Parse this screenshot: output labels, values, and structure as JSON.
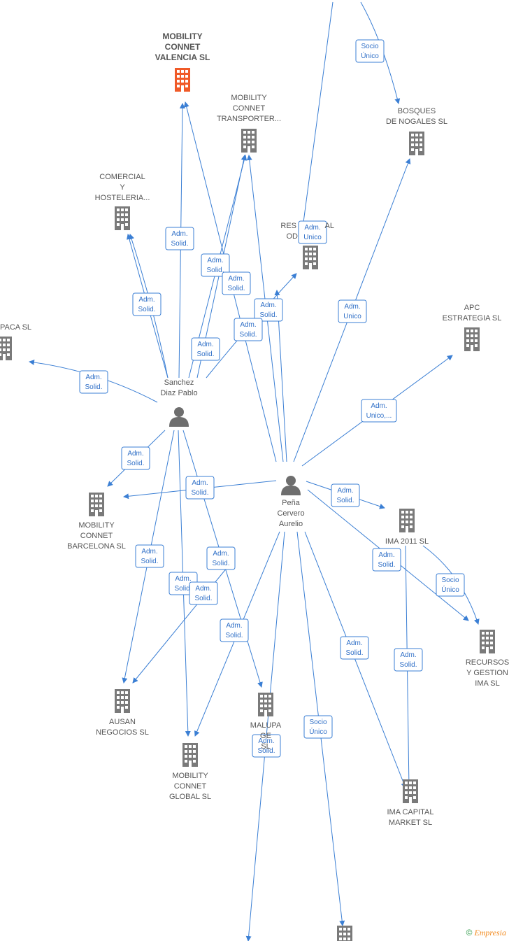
{
  "nodes": [
    {
      "id": "mcv",
      "label": [
        "MOBILITY",
        "CONNET",
        "VALENCIA  SL"
      ],
      "kind": "company",
      "highlight": true
    },
    {
      "id": "mct",
      "label": [
        "MOBILITY",
        "CONNET",
        "TRANSPORTER..."
      ],
      "kind": "company"
    },
    {
      "id": "bdn",
      "label": [
        "BOSQUES",
        "DE NOGALES SL"
      ],
      "kind": "company"
    },
    {
      "id": "com",
      "label": [
        "COMERCIAL",
        "Y",
        "HOSTELERIA..."
      ],
      "kind": "company"
    },
    {
      "id": "res",
      "label": [
        "RES",
        "AL",
        "OD"
      ],
      "kind": "company"
    },
    {
      "id": "apc",
      "label": [
        "APC",
        "ESTRATEGIA  SL"
      ],
      "kind": "company"
    },
    {
      "id": "paca",
      "label": [
        "PACA  SL"
      ],
      "kind": "company"
    },
    {
      "id": "sdp",
      "label": [
        "Sanchez",
        "Diaz Pablo"
      ],
      "kind": "person"
    },
    {
      "id": "pca",
      "label": [
        "Peña",
        "Cervero",
        "Aurelio"
      ],
      "kind": "person"
    },
    {
      "id": "mcb",
      "label": [
        "MOBILITY",
        "CONNET",
        "BARCELONA  SL"
      ],
      "kind": "company"
    },
    {
      "id": "ima",
      "label": [
        "IMA 2011 SL"
      ],
      "kind": "company"
    },
    {
      "id": "rgi",
      "label": [
        "RECURSOS",
        "Y GESTION",
        "IMA SL"
      ],
      "kind": "company"
    },
    {
      "id": "aus",
      "label": [
        "AUSAN",
        "NEGOCIOS  SL"
      ],
      "kind": "company"
    },
    {
      "id": "mal",
      "label": [
        "MALUPA",
        "GE",
        "SL"
      ],
      "kind": "company"
    },
    {
      "id": "mcg",
      "label": [
        "MOBILITY",
        "CONNET",
        "GLOBAL  SL"
      ],
      "kind": "company"
    },
    {
      "id": "imc",
      "label": [
        "IMA CAPITAL",
        "MARKET  SL"
      ],
      "kind": "company"
    },
    {
      "id": "bot",
      "label": [],
      "kind": "company"
    }
  ],
  "edge_labels": [
    {
      "id": "e1",
      "text": [
        "Socio",
        "Único"
      ]
    },
    {
      "id": "e2",
      "text": [
        "Adm.",
        "Unico"
      ]
    },
    {
      "id": "e3",
      "text": [
        "Adm.",
        "Solid."
      ]
    },
    {
      "id": "e4",
      "text": [
        "Adm.",
        "Solid."
      ]
    },
    {
      "id": "e5",
      "text": [
        "Adm.",
        "Solid."
      ]
    },
    {
      "id": "e6",
      "text": [
        "Adm.",
        "Solid."
      ]
    },
    {
      "id": "e7",
      "text": [
        "Adm.",
        "Solid."
      ]
    },
    {
      "id": "e8",
      "text": [
        "Adm.",
        "Solid."
      ]
    },
    {
      "id": "e9",
      "text": [
        "Adm.",
        "Unico"
      ]
    },
    {
      "id": "e10",
      "text": [
        "Adm.",
        "Solid."
      ]
    },
    {
      "id": "e11",
      "text": [
        "Adm.",
        "Solid."
      ]
    },
    {
      "id": "e12",
      "text": [
        "Adm.",
        "Unico,..."
      ]
    },
    {
      "id": "e13",
      "text": [
        "Adm.",
        "Solid."
      ]
    },
    {
      "id": "e14",
      "text": [
        "Adm.",
        "Solid."
      ]
    },
    {
      "id": "e15",
      "text": [
        "Adm.",
        "Solid."
      ]
    },
    {
      "id": "e16",
      "text": [
        "Adm.",
        "Solid."
      ]
    },
    {
      "id": "e17",
      "text": [
        "Adm.",
        "Solid."
      ]
    },
    {
      "id": "e18",
      "text": [
        "Socio",
        "Único"
      ]
    },
    {
      "id": "e19",
      "text": [
        "Adm.",
        "Solid."
      ]
    },
    {
      "id": "e20",
      "text": [
        "Adm.",
        "Solid."
      ]
    },
    {
      "id": "e21",
      "text": [
        "Adm.",
        "Solid."
      ]
    },
    {
      "id": "e22",
      "text": [
        "Adm.",
        "Solid."
      ]
    },
    {
      "id": "e23",
      "text": [
        "Adm.",
        "Solid."
      ]
    },
    {
      "id": "e24",
      "text": [
        "Adm.",
        "Solid."
      ]
    },
    {
      "id": "e25",
      "text": [
        "Socio",
        "Único"
      ]
    },
    {
      "id": "e26",
      "text": [
        "Adm.",
        "Solid."
      ]
    }
  ],
  "brand": {
    "copyright": "©",
    "name": "Empresia"
  },
  "colors": {
    "edge": "#3b7fd4",
    "company": "#7a7a7a",
    "highlight": "#f05a28",
    "person": "#6e6e6e"
  }
}
